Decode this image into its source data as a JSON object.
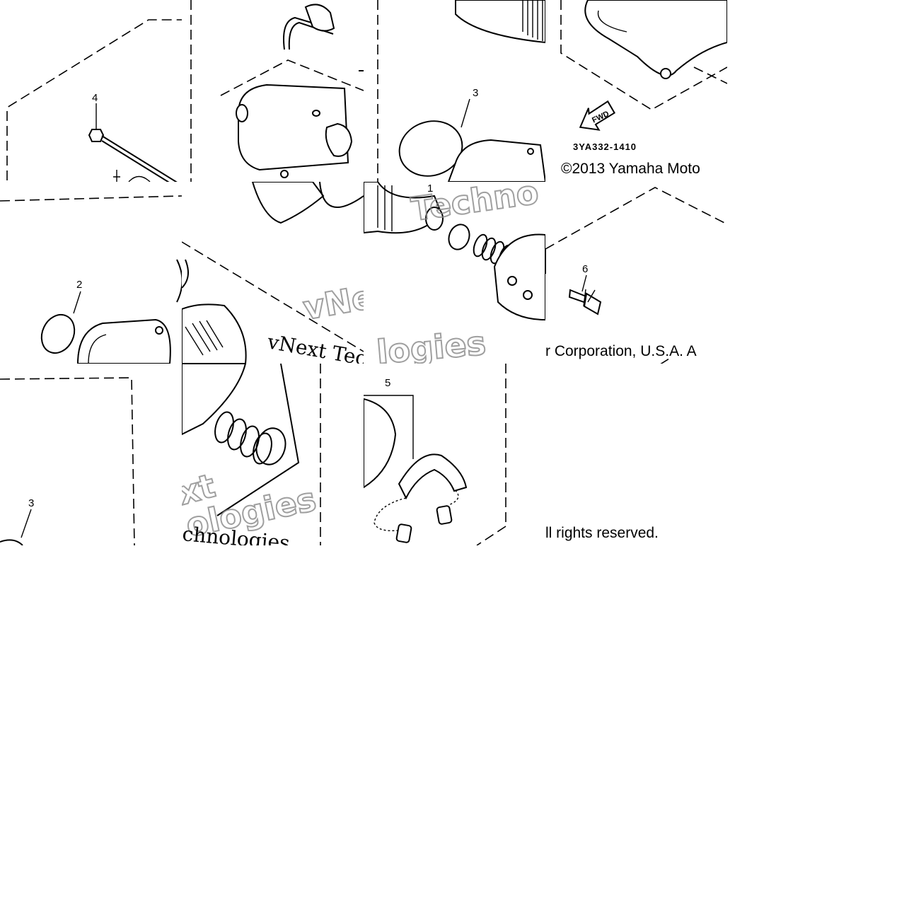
{
  "diagram": {
    "callouts": {
      "part_1": "1",
      "part_2": "2",
      "part_3": "3",
      "part_3b": "3",
      "part_4": "4",
      "part_5": "5",
      "part_6": "6"
    },
    "diagram_code": "3YA332-1410",
    "fwd_label": "FWD",
    "copyright_line_1": "©2013 Yamaha Moto",
    "copyright_line_2": "r Corporation, U.S.A. A",
    "copyright_line_3": "ll rights reserved.",
    "watermark": {
      "serif_text": "vNext Technologies",
      "outline_1": "Techno",
      "outline_2": "vNe",
      "outline_3": "xt",
      "outline_4": "ologies",
      "outline_5": "chnologies",
      "outline_6": "logies"
    }
  }
}
